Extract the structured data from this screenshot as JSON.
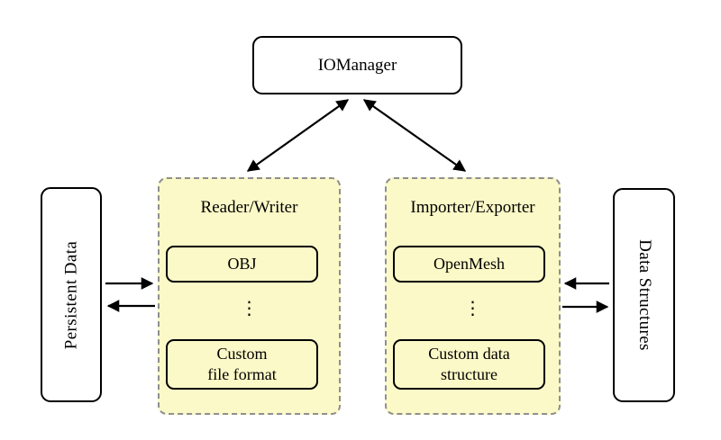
{
  "nodes": {
    "iomanager": {
      "label": "IOManager"
    },
    "persistent_data": {
      "label": "Persistent Data"
    },
    "data_structures": {
      "label": "Data Structures"
    }
  },
  "panels": [
    {
      "id": "reader-writer",
      "label": "Reader/Writer",
      "ellipsis": "⋮",
      "items": [
        {
          "lines": [
            "OBJ"
          ]
        },
        {
          "lines": [
            "Custom",
            "file format"
          ]
        }
      ]
    },
    {
      "id": "importer-exporter",
      "label": "Importer/Exporter",
      "ellipsis": "⋮",
      "items": [
        {
          "lines": [
            "OpenMesh"
          ]
        },
        {
          "lines": [
            "Custom data",
            "structure"
          ]
        }
      ]
    }
  ],
  "arrows": {
    "iomanager_reader_writer": "double-headed",
    "iomanager_importer_exporter": "double-headed",
    "persistent_to_reader": "right",
    "reader_to_persistent": "left",
    "importer_to_datastructures_upper": "left",
    "datastructures_to_importer_lower": "right"
  },
  "colors": {
    "panel_fill": "#fbf9c7",
    "panel_border": "#8f8f8f",
    "node_border": "#000000",
    "node_fill": "#ffffff",
    "arrow": "#000000",
    "background": "#ffffff"
  }
}
